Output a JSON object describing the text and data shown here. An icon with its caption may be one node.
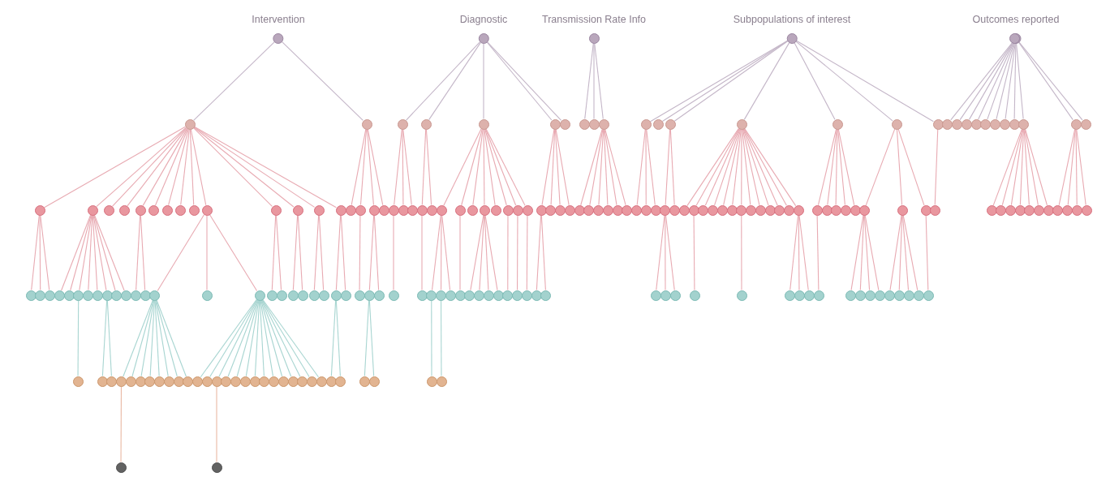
{
  "diagram": {
    "nodes": [
      {
        "text": [
          "Intervention"
        ]
      },
      {
        "text": [
          "Diagnostic"
        ]
      },
      {
        "text": [
          "Transmission Rate Info"
        ]
      },
      {
        "text": [
          "Subpopulations of interest"
        ]
      },
      {
        "text": [
          "Outcomes reported"
        ]
      },
      {
        "text": [],
        "shape": "circle"
      },
      {
        "text": [],
        "shape": "circle"
      },
      {
        "text": [],
        "shape": "circle"
      },
      {
        "text": [],
        "shape": "circle"
      },
      {
        "text": [],
        "shape": "circle"
      },
      {
        "text": [],
        "shape": "circle"
      },
      {
        "text": [],
        "shape": "circle"
      },
      {
        "text": [],
        "shape": "circle"
      },
      {
        "text": [],
        "shape": "circle"
      },
      {
        "text": [],
        "shape": "circle"
      },
      {
        "text": [],
        "shape": "circle"
      },
      {
        "text": [],
        "shape": "circle"
      },
      {
        "text": [],
        "shape": "circle"
      },
      {
        "text": [],
        "shape": "circle"
      },
      {
        "text": [],
        "shape": "circle"
      },
      {
        "text": [],
        "shape": "circle"
      },
      {
        "text": [],
        "shape": "circle"
      },
      {
        "text": [],
        "shape": "circle"
      },
      {
        "text": [],
        "shape": "circle"
      },
      {
        "text": [],
        "shape": "circle"
      },
      {
        "text": [],
        "shape": "circle"
      },
      {
        "text": [],
        "shape": "circle"
      },
      {
        "text": [],
        "shape": "circle"
      },
      {
        "text": [],
        "shape": "circle"
      },
      {
        "text": [],
        "shape": "circle"
      },
      {
        "text": [],
        "shape": "circle"
      },
      {
        "text": [],
        "shape": "circle"
      },
      {
        "text": [],
        "shape": "circle"
      },
      {
        "text": [],
        "shape": "circle"
      },
      {
        "text": [],
        "shape": "circle"
      },
      {
        "text": [],
        "shape": "circle"
      },
      {
        "text": [],
        "shape": "circle"
      },
      {
        "text": [],
        "shape": "circle"
      },
      {
        "text": [],
        "shape": "circle"
      },
      {
        "text": [],
        "shape": "circle"
      },
      {
        "text": [],
        "shape": "circle"
      },
      {
        "text": [],
        "shape": "circle"
      },
      {
        "text": [],
        "shape": "circle"
      },
      {
        "text": [],
        "shape": "circle"
      },
      {
        "text": [],
        "shape": "circle"
      },
      {
        "text": [],
        "shape": "circle"
      },
      {
        "text": [],
        "shape": "circle"
      },
      {
        "text": [],
        "shape": "circle"
      },
      {
        "text": [],
        "shape": "circle"
      },
      {
        "text": [],
        "shape": "circle"
      },
      {
        "text": [],
        "shape": "circle"
      },
      {
        "text": [],
        "shape": "circle"
      },
      {
        "text": [],
        "shape": "circle"
      },
      {
        "text": [],
        "shape": "circle"
      },
      {
        "text": [],
        "shape": "circle"
      },
      {
        "text": [],
        "shape": "circle"
      },
      {
        "text": [],
        "shape": "circle"
      },
      {
        "text": [],
        "shape": "circle"
      },
      {
        "text": [],
        "shape": "circle"
      },
      {
        "text": [],
        "shape": "circle"
      },
      {
        "text": [],
        "shape": "circle"
      },
      {
        "text": [],
        "shape": "circle"
      },
      {
        "text": [],
        "shape": "circle"
      },
      {
        "text": [],
        "shape": "circle"
      },
      {
        "text": [],
        "shape": "circle"
      },
      {
        "text": [],
        "shape": "circle"
      },
      {
        "text": [],
        "shape": "circle"
      },
      {
        "text": [],
        "shape": "circle"
      },
      {
        "text": [],
        "shape": "circle"
      },
      {
        "text": [],
        "shape": "circle"
      },
      {
        "text": [],
        "shape": "circle"
      },
      {
        "text": [],
        "shape": "circle"
      },
      {
        "text": [],
        "shape": "circle"
      },
      {
        "text": [],
        "shape": "circle"
      },
      {
        "text": [],
        "shape": "circle"
      },
      {
        "text": [],
        "shape": "circle"
      },
      {
        "text": [],
        "shape": "circle"
      },
      {
        "text": [],
        "shape": "circle"
      },
      {
        "text": [],
        "shape": "circle"
      },
      {
        "text": [],
        "shape": "circle"
      },
      {
        "text": [],
        "shape": "circle"
      },
      {
        "text": [],
        "shape": "circle"
      },
      {
        "text": [],
        "shape": "circle"
      },
      {
        "text": [],
        "shape": "circle"
      },
      {
        "text": [],
        "shape": "circle"
      },
      {
        "text": [],
        "shape": "circle"
      },
      {
        "text": [],
        "shape": "circle"
      },
      {
        "text": [],
        "shape": "circle"
      },
      {
        "text": [],
        "shape": "circle"
      },
      {
        "text": [],
        "shape": "circle"
      },
      {
        "text": [],
        "shape": "circle"
      },
      {
        "text": [],
        "shape": "circle"
      },
      {
        "text": [],
        "shape": "circle"
      },
      {
        "text": [],
        "shape": "circle"
      },
      {
        "text": [],
        "shape": "circle"
      },
      {
        "text": [],
        "shape": "circle"
      },
      {
        "text": [],
        "shape": "circle"
      },
      {
        "text": [],
        "shape": "circle"
      },
      {
        "text": [],
        "shape": "circle"
      },
      {
        "text": [],
        "shape": "circle"
      },
      {
        "text": [],
        "shape": "circle"
      },
      {
        "text": [],
        "shape": "circle"
      },
      {
        "text": [],
        "shape": "circle"
      },
      {
        "text": [],
        "shape": "circle"
      },
      {
        "text": [],
        "shape": "circle"
      },
      {
        "text": [],
        "shape": "circle"
      },
      {
        "text": [],
        "shape": "circle"
      },
      {
        "text": [],
        "shape": "circle"
      },
      {
        "text": [],
        "shape": "circle"
      },
      {
        "text": [],
        "shape": "circle"
      },
      {
        "text": [],
        "shape": "circle"
      },
      {
        "text": [],
        "shape": "circle"
      },
      {
        "text": [],
        "shape": "circle"
      },
      {
        "text": [],
        "shape": "circle"
      },
      {
        "text": [],
        "shape": "circle"
      },
      {
        "text": [],
        "shape": "circle"
      },
      {
        "text": [],
        "shape": "circle"
      },
      {
        "text": [],
        "shape": "circle"
      },
      {
        "text": [],
        "shape": "circle"
      },
      {
        "text": [],
        "shape": "circle"
      },
      {
        "text": [],
        "shape": "circle"
      },
      {
        "text": [],
        "shape": "circle"
      },
      {
        "text": [],
        "shape": "circle"
      },
      {
        "text": [],
        "shape": "circle"
      },
      {
        "text": [],
        "shape": "circle"
      },
      {
        "text": [],
        "shape": "circle"
      },
      {
        "text": [],
        "shape": "circle"
      },
      {
        "text": [],
        "shape": "circle"
      },
      {
        "text": [],
        "shape": "circle"
      },
      {
        "text": [],
        "shape": "circle"
      },
      {
        "text": [],
        "shape": "circle"
      },
      {
        "text": [],
        "shape": "circle"
      },
      {
        "text": [],
        "shape": "circle"
      },
      {
        "text": [],
        "shape": "circle"
      },
      {
        "text": [],
        "shape": "circle"
      },
      {
        "text": [],
        "shape": "circle"
      },
      {
        "text": [],
        "shape": "circle"
      },
      {
        "text": [],
        "shape": "circle"
      },
      {
        "text": [],
        "shape": "circle"
      },
      {
        "text": [],
        "shape": "circle"
      },
      {
        "text": [],
        "shape": "circle"
      },
      {
        "text": [],
        "shape": "circle"
      },
      {
        "text": [],
        "shape": "circle"
      },
      {
        "text": [],
        "shape": "circle"
      },
      {
        "text": [],
        "shape": "circle"
      },
      {
        "text": [],
        "shape": "circle"
      },
      {
        "text": [],
        "shape": "circle"
      },
      {
        "text": [],
        "shape": "circle"
      },
      {
        "text": [],
        "shape": "circle"
      },
      {
        "text": [],
        "shape": "circle"
      },
      {
        "text": [],
        "shape": "circle"
      },
      {
        "text": [],
        "shape": "circle"
      },
      {
        "text": [],
        "shape": "circle"
      },
      {
        "text": [],
        "shape": "circle"
      },
      {
        "text": [],
        "shape": "circle"
      },
      {
        "text": [],
        "shape": "circle"
      },
      {
        "text": [],
        "shape": "circle"
      },
      {
        "text": [],
        "shape": "circle"
      },
      {
        "text": [],
        "shape": "circle"
      },
      {
        "text": [],
        "shape": "circle"
      },
      {
        "text": [],
        "shape": "circle"
      },
      {
        "text": [],
        "shape": "circle"
      },
      {
        "text": [],
        "shape": "circle"
      },
      {
        "text": [],
        "shape": "circle"
      },
      {
        "text": [],
        "shape": "circle"
      },
      {
        "text": [],
        "shape": "circle"
      },
      {
        "text": [],
        "shape": "circle"
      },
      {
        "text": [],
        "shape": "circle"
      },
      {
        "text": [],
        "shape": "circle"
      },
      {
        "text": [],
        "shape": "circle"
      },
      {
        "text": [],
        "shape": "circle"
      },
      {
        "text": [],
        "shape": "circle"
      },
      {
        "text": [],
        "shape": "circle"
      },
      {
        "text": [],
        "shape": "circle"
      },
      {
        "text": [],
        "shape": "circle"
      },
      {
        "text": [],
        "shape": "circle"
      },
      {
        "text": [],
        "shape": "circle"
      },
      {
        "text": [],
        "shape": "circle"
      },
      {
        "text": [],
        "shape": "circle"
      },
      {
        "text": [],
        "shape": "circle"
      },
      {
        "text": [],
        "shape": "circle"
      },
      {
        "text": [],
        "shape": "circle"
      },
      {
        "text": [],
        "shape": "circle"
      },
      {
        "text": [],
        "shape": "circle"
      },
      {
        "text": [],
        "shape": "circle"
      },
      {
        "text": [],
        "shape": "circle"
      },
      {
        "text": [],
        "shape": "circle"
      },
      {
        "text": [],
        "shape": "circle"
      },
      {
        "text": [],
        "shape": "circle"
      },
      {
        "text": [],
        "shape": "circle"
      },
      {
        "text": [],
        "shape": "circle"
      },
      {
        "text": [],
        "shape": "circle"
      },
      {
        "text": [],
        "shape": "circle"
      },
      {
        "text": [],
        "shape": "circle"
      },
      {
        "text": [],
        "shape": "circle"
      },
      {
        "text": [],
        "shape": "circle"
      },
      {
        "text": [],
        "shape": "circle"
      },
      {
        "text": [],
        "shape": "circle"
      },
      {
        "text": [],
        "shape": "circle"
      },
      {
        "text": [],
        "shape": "circle"
      },
      {
        "text": [],
        "shape": "circle"
      },
      {
        "text": [],
        "shape": "circle"
      },
      {
        "text": [],
        "shape": "circle"
      },
      {
        "text": [],
        "shape": "circle"
      },
      {
        "text": [],
        "shape": "circle"
      },
      {
        "text": [],
        "shape": "circle"
      }
    ],
    "edges": [
      {
        "from": 0,
        "to": 5,
        "arrow": "none",
        "color": "#c4b6c8"
      },
      {
        "from": 0,
        "to": 6,
        "arrow": "none",
        "color": "#c4b6c8"
      },
      {
        "from": 1,
        "to": 7,
        "arrow": "none",
        "color": "#c4b6c8"
      },
      {
        "from": 1,
        "to": 8,
        "arrow": "none",
        "color": "#c4b6c8"
      },
      {
        "from": 1,
        "to": 9,
        "arrow": "none",
        "color": "#c4b6c8"
      },
      {
        "from": 1,
        "to": 10,
        "arrow": "none",
        "color": "#c4b6c8"
      },
      {
        "from": 1,
        "to": 11,
        "arrow": "none",
        "color": "#c4b6c8"
      },
      {
        "from": 2,
        "to": 12,
        "arrow": "none",
        "color": "#c4b6c8"
      },
      {
        "from": 2,
        "to": 13,
        "arrow": "none",
        "color": "#c4b6c8"
      },
      {
        "from": 2,
        "to": 14,
        "arrow": "none",
        "color": "#c4b6c8"
      },
      {
        "from": 3,
        "to": 15,
        "arrow": "none",
        "color": "#c4b6c8"
      },
      {
        "from": 3,
        "to": 16,
        "arrow": "none",
        "color": "#c4b6c8"
      },
      {
        "from": 3,
        "to": 17,
        "arrow": "none",
        "color": "#c4b6c8"
      },
      {
        "from": 3,
        "to": 18,
        "arrow": "none",
        "color": "#c4b6c8"
      },
      {
        "from": 3,
        "to": 19,
        "arrow": "none",
        "color": "#c4b6c8"
      },
      {
        "from": 3,
        "to": 20,
        "arrow": "none",
        "color": "#c4b6c8"
      },
      {
        "from": 3,
        "to": 21,
        "arrow": "none",
        "color": "#c4b6c8"
      },
      {
        "from": 4,
        "to": 22,
        "arrow": "none",
        "color": "#c4b6c8"
      },
      {
        "from": 4,
        "to": 23,
        "arrow": "none",
        "color": "#c4b6c8"
      },
      {
        "from": 4,
        "to": 24,
        "arrow": "none",
        "color": "#c4b6c8"
      },
      {
        "from": 4,
        "to": 25,
        "arrow": "none",
        "color": "#c4b6c8"
      },
      {
        "from": 4,
        "to": 26,
        "arrow": "none",
        "color": "#c4b6c8"
      },
      {
        "from": 4,
        "to": 27,
        "arrow": "none",
        "color": "#c4b6c8"
      },
      {
        "from": 4,
        "to": 28,
        "arrow": "none",
        "color": "#c4b6c8"
      },
      {
        "from": 4,
        "to": 29,
        "arrow": "none",
        "color": "#c4b6c8"
      },
      {
        "from": 4,
        "to": 30,
        "arrow": "none",
        "color": "#c4b6c8"
      },
      {
        "from": 4,
        "to": 31,
        "arrow": "none",
        "color": "#c4b6c8"
      },
      {
        "from": 4,
        "to": 32,
        "arrow": "none",
        "color": "#c4b6c8"
      },
      {
        "from": 5,
        "to": 33,
        "arrow": "none"
      },
      {
        "from": 5,
        "to": 34,
        "arrow": "none"
      },
      {
        "from": 5,
        "to": 35,
        "arrow": "none"
      },
      {
        "from": 5,
        "to": 36,
        "arrow": "none"
      },
      {
        "from": 5,
        "to": 37,
        "arrow": "none"
      },
      {
        "from": 5,
        "to": 38,
        "arrow": "none"
      },
      {
        "from": 5,
        "to": 39,
        "arrow": "none"
      },
      {
        "from": 5,
        "to": 40,
        "arrow": "none"
      },
      {
        "from": 5,
        "to": 41,
        "arrow": "none"
      },
      {
        "from": 5,
        "to": 42,
        "arrow": "none"
      },
      {
        "from": 5,
        "to": 43,
        "arrow": "none"
      },
      {
        "from": 5,
        "to": 44,
        "arrow": "none"
      },
      {
        "from": 5,
        "to": 45,
        "arrow": "none"
      },
      {
        "from": 5,
        "to": 46,
        "arrow": "none"
      },
      {
        "from": 6,
        "to": 47,
        "arrow": "none"
      },
      {
        "from": 6,
        "to": 48,
        "arrow": "none"
      },
      {
        "from": 6,
        "to": 49,
        "arrow": "none"
      },
      {
        "from": 6,
        "to": 50,
        "arrow": "none"
      },
      {
        "from": 7,
        "to": 51,
        "arrow": "none"
      },
      {
        "from": 7,
        "to": 52,
        "arrow": "none"
      },
      {
        "from": 7,
        "to": 53,
        "arrow": "none"
      },
      {
        "from": 8,
        "to": 54,
        "arrow": "none"
      },
      {
        "from": 8,
        "to": 55,
        "arrow": "none"
      },
      {
        "from": 9,
        "to": 56,
        "arrow": "none"
      },
      {
        "from": 9,
        "to": 57,
        "arrow": "none"
      },
      {
        "from": 9,
        "to": 58,
        "arrow": "none"
      },
      {
        "from": 9,
        "to": 59,
        "arrow": "none"
      },
      {
        "from": 9,
        "to": 60,
        "arrow": "none"
      },
      {
        "from": 9,
        "to": 61,
        "arrow": "none"
      },
      {
        "from": 9,
        "to": 62,
        "arrow": "none"
      },
      {
        "from": 9,
        "to": 63,
        "arrow": "none"
      },
      {
        "from": 10,
        "to": 64,
        "arrow": "none"
      },
      {
        "from": 10,
        "to": 65,
        "arrow": "none"
      },
      {
        "from": 10,
        "to": 66,
        "arrow": "none"
      },
      {
        "from": 10,
        "to": 67,
        "arrow": "none"
      },
      {
        "from": 14,
        "to": 68,
        "arrow": "none"
      },
      {
        "from": 14,
        "to": 69,
        "arrow": "none"
      },
      {
        "from": 14,
        "to": 70,
        "arrow": "none"
      },
      {
        "from": 14,
        "to": 71,
        "arrow": "none"
      },
      {
        "from": 14,
        "to": 72,
        "arrow": "none"
      },
      {
        "from": 14,
        "to": 73,
        "arrow": "none"
      },
      {
        "from": 15,
        "to": 74,
        "arrow": "none"
      },
      {
        "from": 15,
        "to": 75,
        "arrow": "none"
      },
      {
        "from": 15,
        "to": 76,
        "arrow": "none"
      },
      {
        "from": 17,
        "to": 77,
        "arrow": "none"
      },
      {
        "from": 17,
        "to": 78,
        "arrow": "none"
      },
      {
        "from": 18,
        "to": 79,
        "arrow": "none"
      },
      {
        "from": 18,
        "to": 80,
        "arrow": "none"
      },
      {
        "from": 18,
        "to": 81,
        "arrow": "none"
      },
      {
        "from": 18,
        "to": 82,
        "arrow": "none"
      },
      {
        "from": 18,
        "to": 83,
        "arrow": "none"
      },
      {
        "from": 18,
        "to": 84,
        "arrow": "none"
      },
      {
        "from": 18,
        "to": 85,
        "arrow": "none"
      },
      {
        "from": 18,
        "to": 86,
        "arrow": "none"
      },
      {
        "from": 18,
        "to": 87,
        "arrow": "none"
      },
      {
        "from": 18,
        "to": 88,
        "arrow": "none"
      },
      {
        "from": 18,
        "to": 89,
        "arrow": "none"
      },
      {
        "from": 18,
        "to": 90,
        "arrow": "none"
      },
      {
        "from": 18,
        "to": 91,
        "arrow": "none"
      },
      {
        "from": 19,
        "to": 92,
        "arrow": "none"
      },
      {
        "from": 19,
        "to": 93,
        "arrow": "none"
      },
      {
        "from": 19,
        "to": 94,
        "arrow": "none"
      },
      {
        "from": 19,
        "to": 95,
        "arrow": "none"
      },
      {
        "from": 19,
        "to": 96,
        "arrow": "none"
      },
      {
        "from": 20,
        "to": 97,
        "arrow": "none"
      },
      {
        "from": 20,
        "to": 98,
        "arrow": "none"
      },
      {
        "from": 20,
        "to": 99,
        "arrow": "none"
      },
      {
        "from": 21,
        "to": 100,
        "arrow": "none"
      },
      {
        "from": 30,
        "to": 101,
        "arrow": "none"
      },
      {
        "from": 30,
        "to": 102,
        "arrow": "none"
      },
      {
        "from": 30,
        "to": 103,
        "arrow": "none"
      },
      {
        "from": 30,
        "to": 104,
        "arrow": "none"
      },
      {
        "from": 30,
        "to": 105,
        "arrow": "none"
      },
      {
        "from": 30,
        "to": 106,
        "arrow": "none"
      },
      {
        "from": 30,
        "to": 107,
        "arrow": "none"
      },
      {
        "from": 31,
        "to": 108,
        "arrow": "none"
      },
      {
        "from": 31,
        "to": 109,
        "arrow": "none"
      },
      {
        "from": 31,
        "to": 110,
        "arrow": "none"
      },
      {
        "from": 31,
        "to": 111,
        "arrow": "none"
      },
      {
        "from": 33,
        "to": 112,
        "arrow": "none"
      },
      {
        "from": 33,
        "to": 113,
        "arrow": "none"
      },
      {
        "from": 33,
        "to": 114,
        "arrow": "none"
      },
      {
        "from": 34,
        "to": 115,
        "arrow": "none"
      },
      {
        "from": 34,
        "to": 116,
        "arrow": "none"
      },
      {
        "from": 34,
        "to": 117,
        "arrow": "none"
      },
      {
        "from": 34,
        "to": 118,
        "arrow": "none"
      },
      {
        "from": 34,
        "to": 119,
        "arrow": "none"
      },
      {
        "from": 34,
        "to": 120,
        "arrow": "none"
      },
      {
        "from": 34,
        "to": 121,
        "arrow": "none"
      },
      {
        "from": 34,
        "to": 122,
        "arrow": "none"
      },
      {
        "from": 37,
        "to": 123,
        "arrow": "none"
      },
      {
        "from": 37,
        "to": 124,
        "arrow": "none"
      },
      {
        "from": 42,
        "to": 125,
        "arrow": "none"
      },
      {
        "from": 42,
        "to": 126,
        "arrow": "none"
      },
      {
        "from": 42,
        "to": 127,
        "arrow": "none"
      },
      {
        "from": 43,
        "to": 128,
        "arrow": "none"
      },
      {
        "from": 43,
        "to": 129,
        "arrow": "none"
      },
      {
        "from": 44,
        "to": 130,
        "arrow": "none"
      },
      {
        "from": 44,
        "to": 131,
        "arrow": "none"
      },
      {
        "from": 45,
        "to": 132,
        "arrow": "none"
      },
      {
        "from": 45,
        "to": 133,
        "arrow": "none"
      },
      {
        "from": 46,
        "to": 134,
        "arrow": "none"
      },
      {
        "from": 46,
        "to": 135,
        "arrow": "none"
      },
      {
        "from": 48,
        "to": 136,
        "arrow": "none"
      },
      {
        "from": 49,
        "to": 137,
        "arrow": "none"
      },
      {
        "from": 49,
        "to": 138,
        "arrow": "none"
      },
      {
        "from": 51,
        "to": 139,
        "arrow": "none"
      },
      {
        "from": 54,
        "to": 140,
        "arrow": "none"
      },
      {
        "from": 56,
        "to": 141,
        "arrow": "none"
      },
      {
        "from": 56,
        "to": 142,
        "arrow": "none"
      },
      {
        "from": 56,
        "to": 143,
        "arrow": "none"
      },
      {
        "from": 57,
        "to": 144,
        "arrow": "none"
      },
      {
        "from": 59,
        "to": 145,
        "arrow": "none"
      },
      {
        "from": 59,
        "to": 146,
        "arrow": "none"
      },
      {
        "from": 59,
        "to": 147,
        "arrow": "none"
      },
      {
        "from": 59,
        "to": 148,
        "arrow": "none"
      },
      {
        "from": 61,
        "to": 149,
        "arrow": "none"
      },
      {
        "from": 62,
        "to": 150,
        "arrow": "none"
      },
      {
        "from": 63,
        "to": 151,
        "arrow": "none"
      },
      {
        "from": 64,
        "to": 152,
        "arrow": "none"
      },
      {
        "from": 64,
        "to": 153,
        "arrow": "none"
      },
      {
        "from": 77,
        "to": 154,
        "arrow": "none"
      },
      {
        "from": 77,
        "to": 155,
        "arrow": "none"
      },
      {
        "from": 77,
        "to": 156,
        "arrow": "none"
      },
      {
        "from": 80,
        "to": 157,
        "arrow": "none"
      },
      {
        "from": 85,
        "to": 158,
        "arrow": "none"
      },
      {
        "from": 91,
        "to": 159,
        "arrow": "none"
      },
      {
        "from": 91,
        "to": 160,
        "arrow": "none"
      },
      {
        "from": 91,
        "to": 161,
        "arrow": "none"
      },
      {
        "from": 92,
        "to": 162,
        "arrow": "none"
      },
      {
        "from": 97,
        "to": 163,
        "arrow": "none"
      },
      {
        "from": 97,
        "to": 164,
        "arrow": "none"
      },
      {
        "from": 97,
        "to": 165,
        "arrow": "none"
      },
      {
        "from": 97,
        "to": 166,
        "arrow": "none"
      },
      {
        "from": 98,
        "to": 167,
        "arrow": "none"
      },
      {
        "from": 98,
        "to": 168,
        "arrow": "none"
      },
      {
        "from": 98,
        "to": 169,
        "arrow": "none"
      },
      {
        "from": 98,
        "to": 170,
        "arrow": "none"
      },
      {
        "from": 99,
        "to": 171,
        "arrow": "none"
      },
      {
        "from": 117,
        "to": 172,
        "arrow": "none",
        "color": "#a8d5d1"
      },
      {
        "from": 120,
        "to": 173,
        "arrow": "none",
        "color": "#a8d5d1"
      },
      {
        "from": 120,
        "to": 174,
        "arrow": "none",
        "color": "#a8d5d1"
      },
      {
        "from": 125,
        "to": 175,
        "arrow": "none",
        "color": "#a8d5d1"
      },
      {
        "from": 125,
        "to": 176,
        "arrow": "none",
        "color": "#a8d5d1"
      },
      {
        "from": 125,
        "to": 177,
        "arrow": "none",
        "color": "#a8d5d1"
      },
      {
        "from": 125,
        "to": 178,
        "arrow": "none",
        "color": "#a8d5d1"
      },
      {
        "from": 125,
        "to": 179,
        "arrow": "none",
        "color": "#a8d5d1"
      },
      {
        "from": 125,
        "to": 180,
        "arrow": "none",
        "color": "#a8d5d1"
      },
      {
        "from": 125,
        "to": 181,
        "arrow": "none",
        "color": "#a8d5d1"
      },
      {
        "from": 125,
        "to": 182,
        "arrow": "none",
        "color": "#a8d5d1"
      },
      {
        "from": 127,
        "to": 183,
        "arrow": "none",
        "color": "#a8d5d1"
      },
      {
        "from": 127,
        "to": 184,
        "arrow": "none",
        "color": "#a8d5d1"
      },
      {
        "from": 127,
        "to": 185,
        "arrow": "none",
        "color": "#a8d5d1"
      },
      {
        "from": 127,
        "to": 186,
        "arrow": "none",
        "color": "#a8d5d1"
      },
      {
        "from": 127,
        "to": 187,
        "arrow": "none",
        "color": "#a8d5d1"
      },
      {
        "from": 127,
        "to": 188,
        "arrow": "none",
        "color": "#a8d5d1"
      },
      {
        "from": 127,
        "to": 189,
        "arrow": "none",
        "color": "#a8d5d1"
      },
      {
        "from": 127,
        "to": 190,
        "arrow": "none",
        "color": "#a8d5d1"
      },
      {
        "from": 127,
        "to": 191,
        "arrow": "none",
        "color": "#a8d5d1"
      },
      {
        "from": 127,
        "to": 192,
        "arrow": "none",
        "color": "#a8d5d1"
      },
      {
        "from": 127,
        "to": 193,
        "arrow": "none",
        "color": "#a8d5d1"
      },
      {
        "from": 127,
        "to": 194,
        "arrow": "none",
        "color": "#a8d5d1"
      },
      {
        "from": 127,
        "to": 195,
        "arrow": "none",
        "color": "#a8d5d1"
      },
      {
        "from": 127,
        "to": 196,
        "arrow": "none",
        "color": "#a8d5d1"
      },
      {
        "from": 134,
        "to": 197,
        "arrow": "none",
        "color": "#a8d5d1"
      },
      {
        "from": 134,
        "to": 198,
        "arrow": "none",
        "color": "#a8d5d1"
      },
      {
        "from": 137,
        "to": 199,
        "arrow": "none",
        "color": "#a8d5d1"
      },
      {
        "from": 137,
        "to": 200,
        "arrow": "none",
        "color": "#a8d5d1"
      },
      {
        "from": 141,
        "to": 201,
        "arrow": "none",
        "color": "#a8d5d1"
      },
      {
        "from": 142,
        "to": 202,
        "arrow": "none",
        "color": "#a8d5d1"
      },
      {
        "from": 175,
        "to": 203,
        "arrow": "none",
        "color": "#e9b8a3"
      },
      {
        "from": 185,
        "to": 204,
        "arrow": "none",
        "color": "#e9b8a3"
      }
    ]
  }
}
